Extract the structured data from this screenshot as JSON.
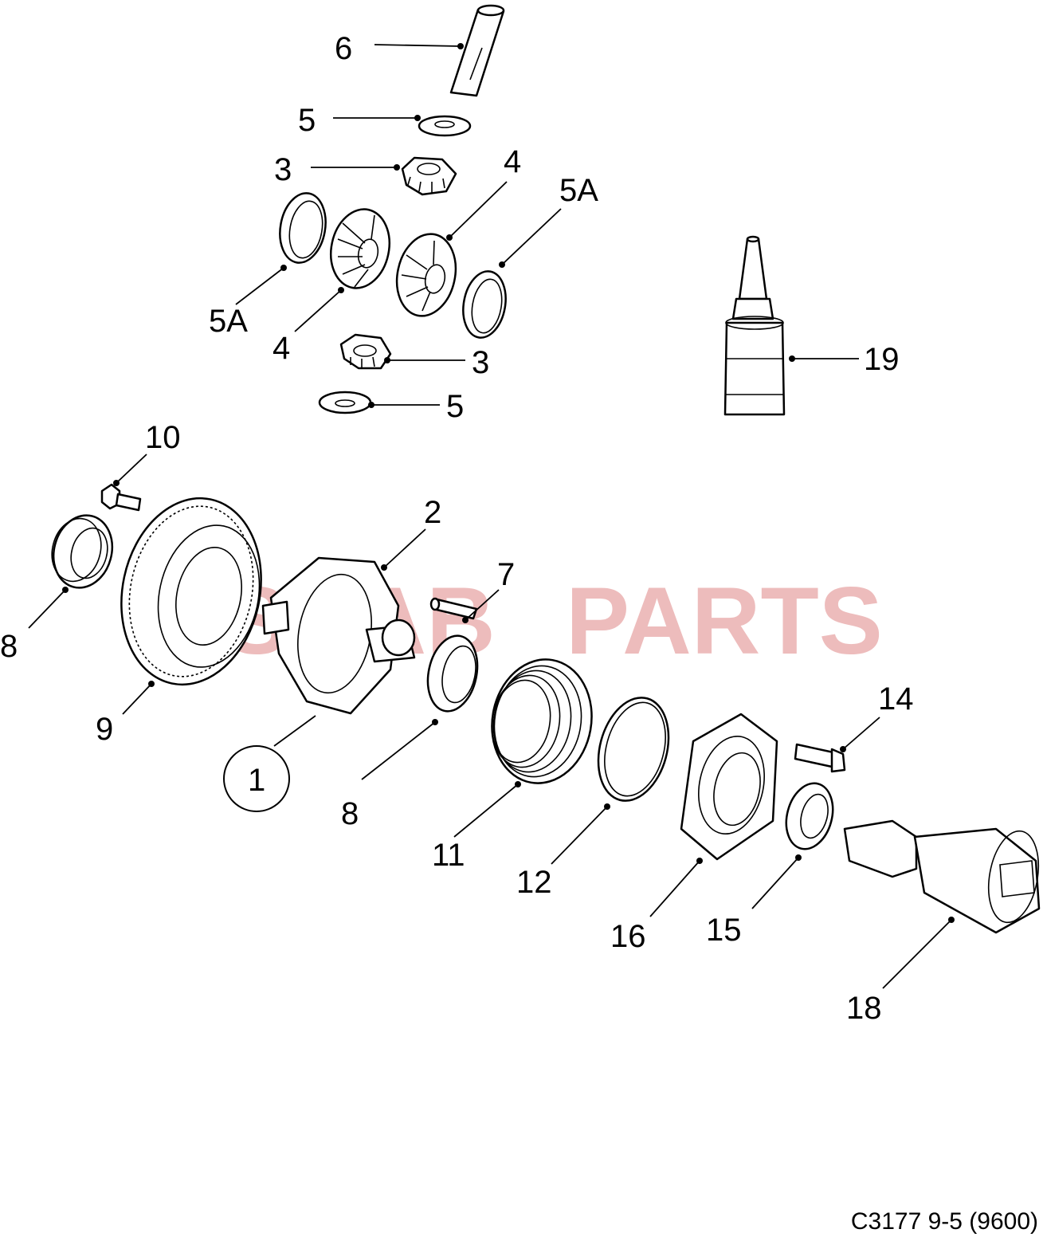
{
  "watermark": {
    "brand_left": "eSAAB",
    "brand_right": "PARTS",
    "color": "#e8a6a6"
  },
  "diagram_code": "C3177 9-5 (9600)",
  "callouts": [
    {
      "id": "c6",
      "text": "6"
    },
    {
      "id": "c5a",
      "text": "5"
    },
    {
      "id": "c3a",
      "text": "3"
    },
    {
      "id": "c4a",
      "text": "4"
    },
    {
      "id": "c5Aa",
      "text": "5A"
    },
    {
      "id": "c5Ab",
      "text": "5A"
    },
    {
      "id": "c4b",
      "text": "4"
    },
    {
      "id": "c3b",
      "text": "3"
    },
    {
      "id": "c5b",
      "text": "5"
    },
    {
      "id": "c19",
      "text": "19"
    },
    {
      "id": "c10",
      "text": "10"
    },
    {
      "id": "c2",
      "text": "2"
    },
    {
      "id": "c7",
      "text": "7"
    },
    {
      "id": "c8a",
      "text": "8"
    },
    {
      "id": "c9",
      "text": "9"
    },
    {
      "id": "c1",
      "text": "1"
    },
    {
      "id": "c8b",
      "text": "8"
    },
    {
      "id": "c11",
      "text": "11"
    },
    {
      "id": "c12",
      "text": "12"
    },
    {
      "id": "c14",
      "text": "14"
    },
    {
      "id": "c16",
      "text": "16"
    },
    {
      "id": "c15",
      "text": "15"
    },
    {
      "id": "c18",
      "text": "18"
    }
  ]
}
